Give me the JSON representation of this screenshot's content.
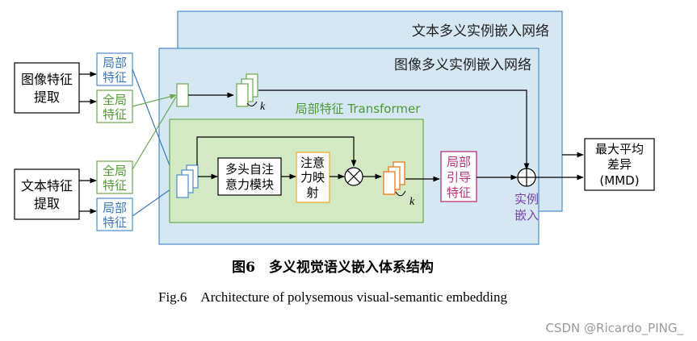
{
  "outer": {
    "text_network": "文本多义实例嵌入网络",
    "image_network": "图像多义实例嵌入网络"
  },
  "inputs": {
    "image_extract": [
      "图像特征",
      "提取"
    ],
    "text_extract": [
      "文本特征",
      "提取"
    ]
  },
  "features": {
    "local_top": [
      "局部",
      "特征"
    ],
    "global_top": [
      "全局",
      "特征"
    ],
    "global_bottom": [
      "全局",
      "特征"
    ],
    "local_bottom": [
      "局部",
      "特征"
    ]
  },
  "transformer": {
    "title": "局部特征 Transformer",
    "mha": [
      "多头自注",
      "意力模块"
    ],
    "attn_map": [
      "注意",
      "力映",
      "射"
    ]
  },
  "k_label_top": "k",
  "k_label_bottom": "k",
  "guided": [
    "局部",
    "引导",
    "特征"
  ],
  "instance_embed": [
    "实例",
    "嵌入"
  ],
  "mmd": [
    "最大平均",
    "差异",
    "(MMD)"
  ],
  "caption": {
    "zh": "图6　多义视觉语义嵌入体系结构",
    "en": "Fig.6　Architecture of polysemous visual-semantic embedding"
  },
  "watermark": "CSDN @Ricardo_PING_",
  "colors": {
    "panel_fill": "#d4e7f3",
    "panel_stroke": "#4a8cc8",
    "green_fill": "#d3e9c4",
    "green_stroke": "#6aa84f",
    "green_text": "#4e9a32",
    "blue_text": "#3a78c0",
    "orange": "#e8781e",
    "magenta": "#b8327a",
    "purple": "#7b3fa8",
    "attn_stroke": "#f0b43a"
  }
}
